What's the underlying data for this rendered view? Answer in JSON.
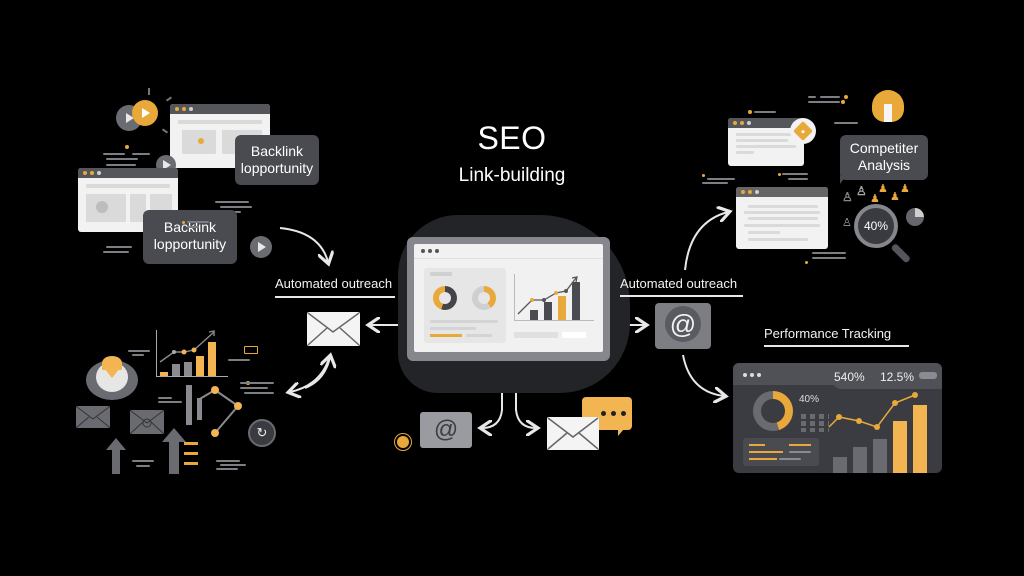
{
  "header": {
    "title": "SEO",
    "subtitle": "Link-building"
  },
  "left_top": {
    "bubble_1": {
      "line1": "Backlink",
      "line2": "lopportunity"
    },
    "bubble_2": {
      "line1": "Backlink",
      "line2": "lopportunity"
    }
  },
  "labels": {
    "outreach_left": "Automated outreach",
    "outreach_right": "Automated outreach",
    "performance": "Performance Tracking"
  },
  "competitor": {
    "line1": "Competiter",
    "line2": "Analysis",
    "magnifier_value": "40%"
  },
  "performance_dashboard": {
    "stat_1": "540%",
    "stat_2": "12.5%",
    "donut_value": "40%"
  },
  "icons": {
    "email": "envelope-icon",
    "at": "at-sign-icon",
    "chat": "chat-bubble-icon",
    "play": "play-icon",
    "magnifier": "magnifier-icon"
  },
  "colors": {
    "background": "#000000",
    "accent": "#e8a83a",
    "panel": "#4a4b50",
    "light": "#f2f2f2"
  }
}
